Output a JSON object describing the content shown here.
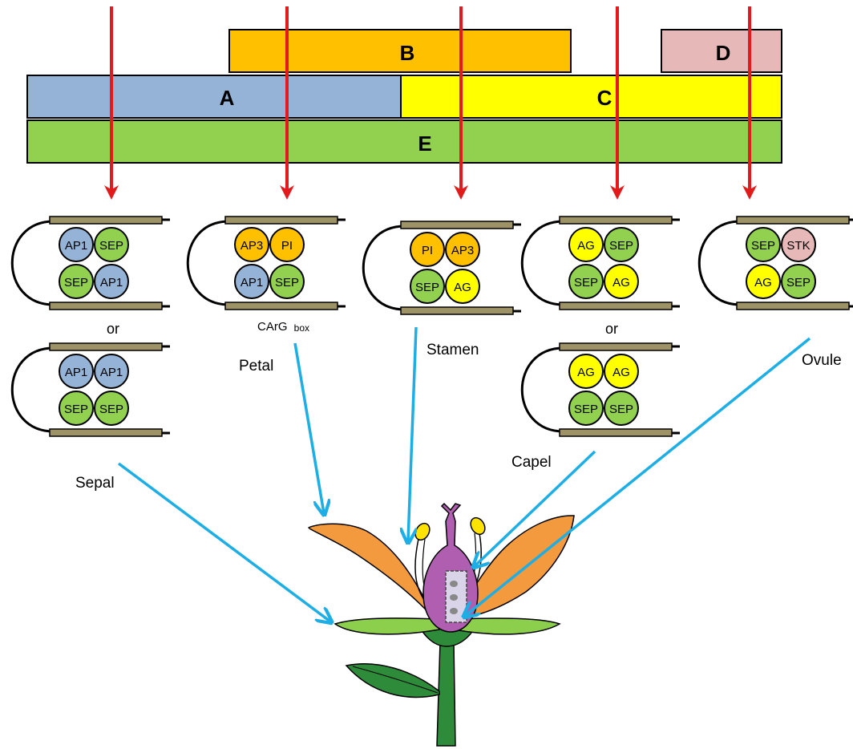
{
  "class_bars": {
    "A": "A",
    "B": "B",
    "C": "C",
    "D": "D",
    "E": "E"
  },
  "colors": {
    "A": "#94b3d7",
    "B": "#ffc000",
    "C": "#ffff00",
    "D": "#e6b8b7",
    "E": "#92d050",
    "red_arrow": "#e31a1c",
    "blue_arrow": "#1eaee6",
    "petal": "#f39a3e",
    "leaf": "#8ccf4d",
    "dark_leaf": "#2e8b3a",
    "pistil": "#b05fb0",
    "anther": "#ffe300",
    "dna_bar": "#9e9267"
  },
  "complexes": {
    "sepal_1": [
      "AP1",
      "SEP",
      "SEP",
      "AP1"
    ],
    "sepal_2": [
      "AP1",
      "AP1",
      "SEP",
      "SEP"
    ],
    "petal": [
      "AP3",
      "PI",
      "AP1",
      "SEP"
    ],
    "stamen": [
      "PI",
      "AP3",
      "SEP",
      "AG"
    ],
    "carpel_1": [
      "AG",
      "SEP",
      "SEP",
      "AG"
    ],
    "carpel_2": [
      "AG",
      "AG",
      "SEP",
      "SEP"
    ],
    "ovule": [
      "SEP",
      "STK",
      "AG",
      "SEP"
    ]
  },
  "connectors": {
    "or_1": "or",
    "or_2": "or",
    "carg_main": "CArG",
    "carg_sub": "box"
  },
  "organs": {
    "sepal": "Sepal",
    "petal": "Petal",
    "stamen": "Stamen",
    "carpel": "Capel",
    "ovule": "Ovule"
  }
}
